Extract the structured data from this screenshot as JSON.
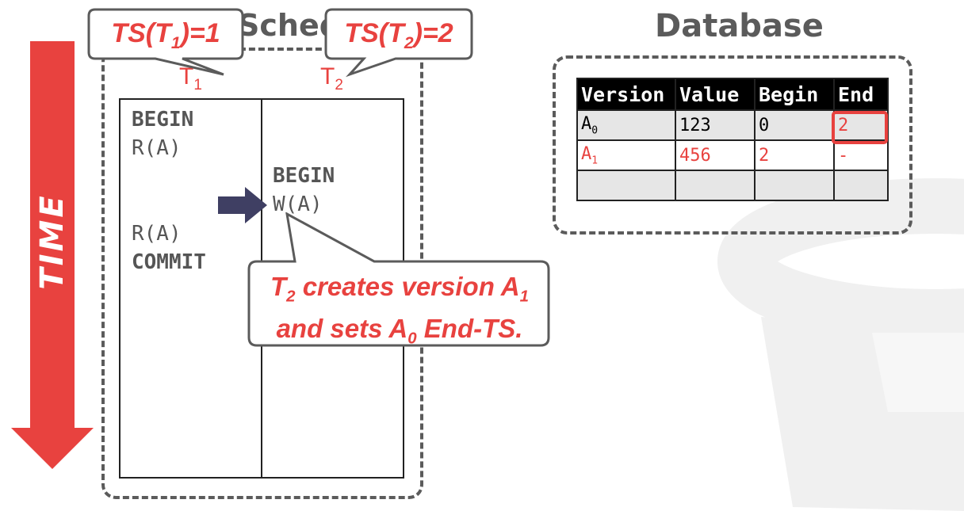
{
  "colors": {
    "accent": "#e8423f",
    "dark_gray": "#5b5b5b",
    "arrow": "#3f3f63"
  },
  "time_arrow": {
    "label": "TIME"
  },
  "schedule": {
    "title": "Schedule",
    "t1_label": "T",
    "t1_sub": "1",
    "t2_label": "T",
    "t2_sub": "2",
    "t1_ops": {
      "begin": "BEGIN",
      "read1": "R(A)",
      "read2": "R(A)",
      "commit": "COMMIT"
    },
    "t2_ops": {
      "begin": "BEGIN",
      "write": "W(A)"
    },
    "current_step_icon": "right-arrow-icon"
  },
  "callouts": {
    "ts1": {
      "prefix": "TS(T",
      "sub": "1",
      "suffix": ")=1"
    },
    "ts2": {
      "prefix": "TS(T",
      "sub": "2",
      "suffix": ")=2"
    },
    "note": {
      "line1_a": "T",
      "line1_sub": "2",
      "line1_b": " creates version A",
      "line1_sub2": "1",
      "line2_a": "and sets A",
      "line2_sub": "0",
      "line2_b": " End-TS."
    }
  },
  "database": {
    "title": "Database",
    "columns": [
      "Version",
      "Value",
      "Begin",
      "End"
    ],
    "rows": [
      {
        "version": "A",
        "version_sub": "0",
        "value": "123",
        "begin": "0",
        "end": "2"
      },
      {
        "version": "A",
        "version_sub": "1",
        "value": "456",
        "begin": "2",
        "end": "-"
      },
      {
        "version": "",
        "version_sub": "",
        "value": "",
        "begin": "",
        "end": ""
      }
    ]
  }
}
